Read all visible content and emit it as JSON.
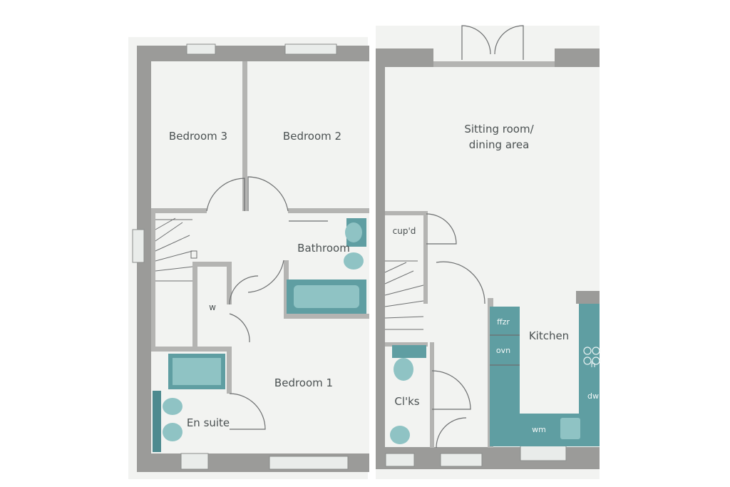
{
  "plans": {
    "upper_floor": {
      "rooms": {
        "bedroom3": "Bedroom 3",
        "bedroom2": "Bedroom 2",
        "bathroom": "Bathroom",
        "wardrobe": "w",
        "bedroom1": "Bedroom 1",
        "ensuite": "En suite"
      }
    },
    "ground_floor": {
      "rooms": {
        "sitting_line1": "Sitting room/",
        "sitting_line2": "dining area",
        "cupboard": "cup'd",
        "kitchen": "Kitchen",
        "cloakroom": "Cl'ks"
      },
      "appliances": {
        "fridge_freezer": "ffzr",
        "oven": "ovn",
        "hob": "h",
        "dishwasher": "dw",
        "washing_machine": "wm"
      }
    }
  },
  "colors": {
    "wall": "#9b9b99",
    "paper": "#f2f3f1",
    "fixture_teal": "#5f9ea2",
    "label_text": "#4b5152"
  }
}
